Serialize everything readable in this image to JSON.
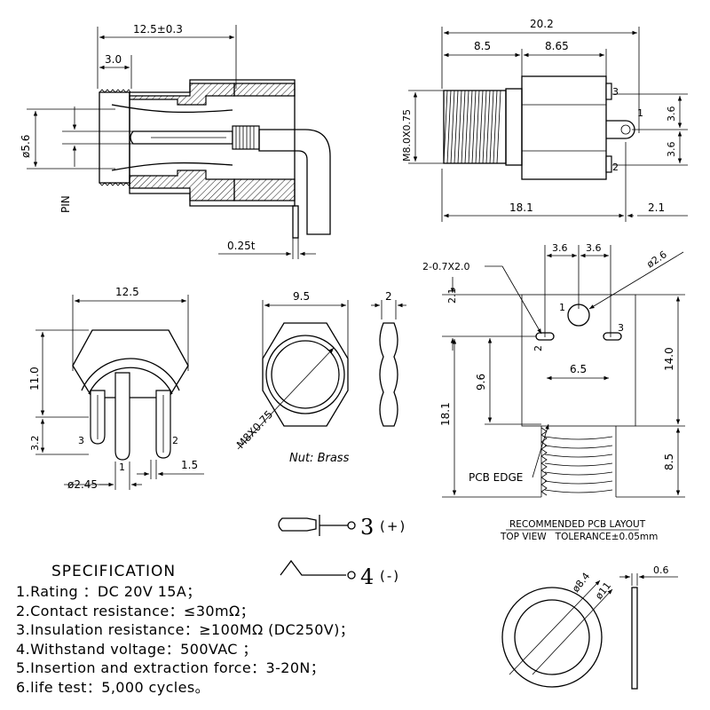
{
  "views": {
    "side": {
      "dim_total_length": "12.5±0.3",
      "dim_thread_len": "3.0",
      "dim_diameter": "ø5.6",
      "pin_label": "PIN",
      "dim_thickness": "0.25t"
    },
    "top": {
      "dim_total": "20.2",
      "dim_a": "8.5",
      "dim_b": "8.65",
      "thread_label": "M8.0X0.75",
      "dim_up": "3.6",
      "dim_down": "3.6",
      "dim_body": "18.1",
      "dim_tail": "2.1",
      "pin1": "1",
      "pin2": "2",
      "pin3": "3"
    },
    "front": {
      "dim_width": "12.5",
      "dim_height": "11.0",
      "dim_pin_len": "3.2",
      "dim_pin_dia": "ø2.45",
      "dim_pin_gap": "1.5",
      "pin1": "1",
      "pin2": "2",
      "pin3": "3"
    },
    "nut": {
      "dim_width": "9.5",
      "dim_thick": "2",
      "thread_label": "M8X0.75",
      "caption": "Nut: Brass"
    },
    "pcb": {
      "slots_label": "2-0.7X2.0",
      "dim_left": "3.6",
      "dim_right": "3.6",
      "dim_hole": "ø2.6",
      "dim_top": "2.1",
      "dim_height": "14.0",
      "dim_mid": "9.6",
      "dim_span": "6.5",
      "dim_total": "18.1",
      "dim_thread": "8.5",
      "edge_label": "PCB EDGE",
      "title": "RECOMMENDED PCB LAYOUT",
      "subtitle": "TOP VIEW   TOLERANCE±0.05mm",
      "pin1": "1",
      "pin2": "2",
      "pin3": "3"
    },
    "terminals": {
      "t3_number": "3",
      "t3_sign": "(+)",
      "t4_number": "4",
      "t4_sign": "(-)"
    },
    "washer": {
      "dim_inner": "ø8.4",
      "dim_outer": "ø11",
      "dim_thick": "0.6"
    }
  },
  "specification": {
    "title": "SPECIFICATION",
    "items": [
      "1.Rating ：DC 20V 15A；",
      "2.Contact resistance：≤30mΩ；",
      "3.Insulation resistance：≥100MΩ (DC250V)；",
      "4.Withstand voltage：500VAC ；",
      "5.Insertion and extraction force：3-20N；",
      "6.life test：5,000 cycles。"
    ]
  }
}
